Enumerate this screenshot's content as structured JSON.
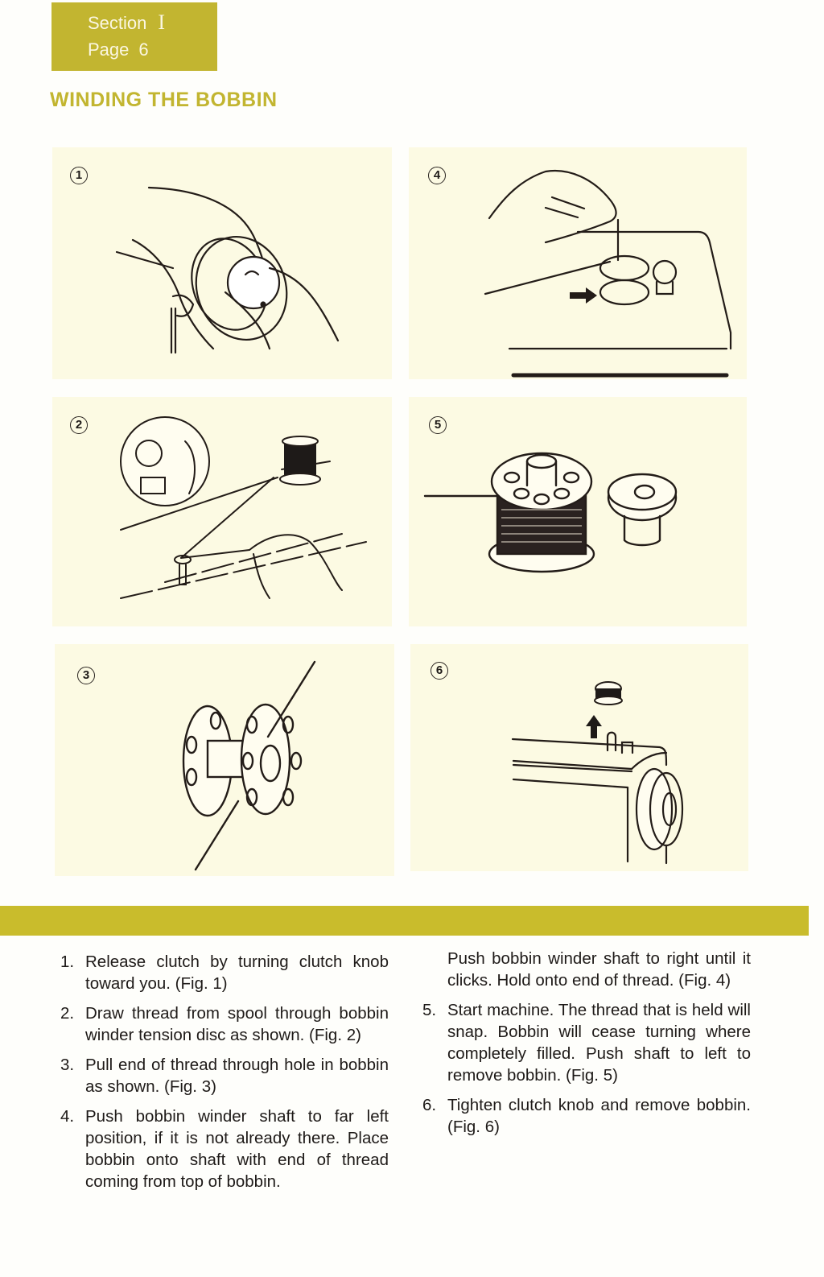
{
  "header": {
    "section_label": "Section",
    "section_number": "I",
    "page_label": "Page",
    "page_number": "6"
  },
  "title": "WINDING THE BOBBIN",
  "colors": {
    "accent": "#c2b530",
    "band": "#c9bc2c",
    "figure_background": "#fcfae3",
    "text": "#1e1a18"
  },
  "figures": [
    {
      "number": "1",
      "icon": "hand-turning-clutch-knob-illustration"
    },
    {
      "number": "2",
      "icon": "thread-spool-to-tension-disc-illustration"
    },
    {
      "number": "3",
      "icon": "thread-through-bobbin-hole-illustration"
    },
    {
      "number": "4",
      "icon": "bobbin-on-winder-shaft-illustration"
    },
    {
      "number": "5",
      "icon": "filled-bobbin-and-winder-illustration"
    },
    {
      "number": "6",
      "icon": "remove-bobbin-from-machine-illustration"
    }
  ],
  "steps_left": [
    {
      "n": "1.",
      "text": "Release clutch by turning clutch knob toward you. (Fig. 1)"
    },
    {
      "n": "2.",
      "text": "Draw thread from spool through bobbin winder tension disc as shown. (Fig. 2)"
    },
    {
      "n": "3.",
      "text": "Pull end of thread through hole in bobbin as shown. (Fig. 3)"
    },
    {
      "n": "4.",
      "text": "Push bobbin winder shaft to far left position, if it is not already there. Place bobbin onto shaft with end of thread coming from top of bobbin."
    }
  ],
  "steps_right": [
    {
      "n": "",
      "text": "Push bobbin winder shaft to right until it clicks. Hold onto end of thread. (Fig. 4)"
    },
    {
      "n": "5.",
      "text": "Start machine. The thread that is held will snap. Bobbin will cease turning where completely filled. Push shaft to left to remove bobbin. (Fig. 5)"
    },
    {
      "n": "6.",
      "text": "Tighten clutch knob and remove bobbin. (Fig. 6)"
    }
  ]
}
